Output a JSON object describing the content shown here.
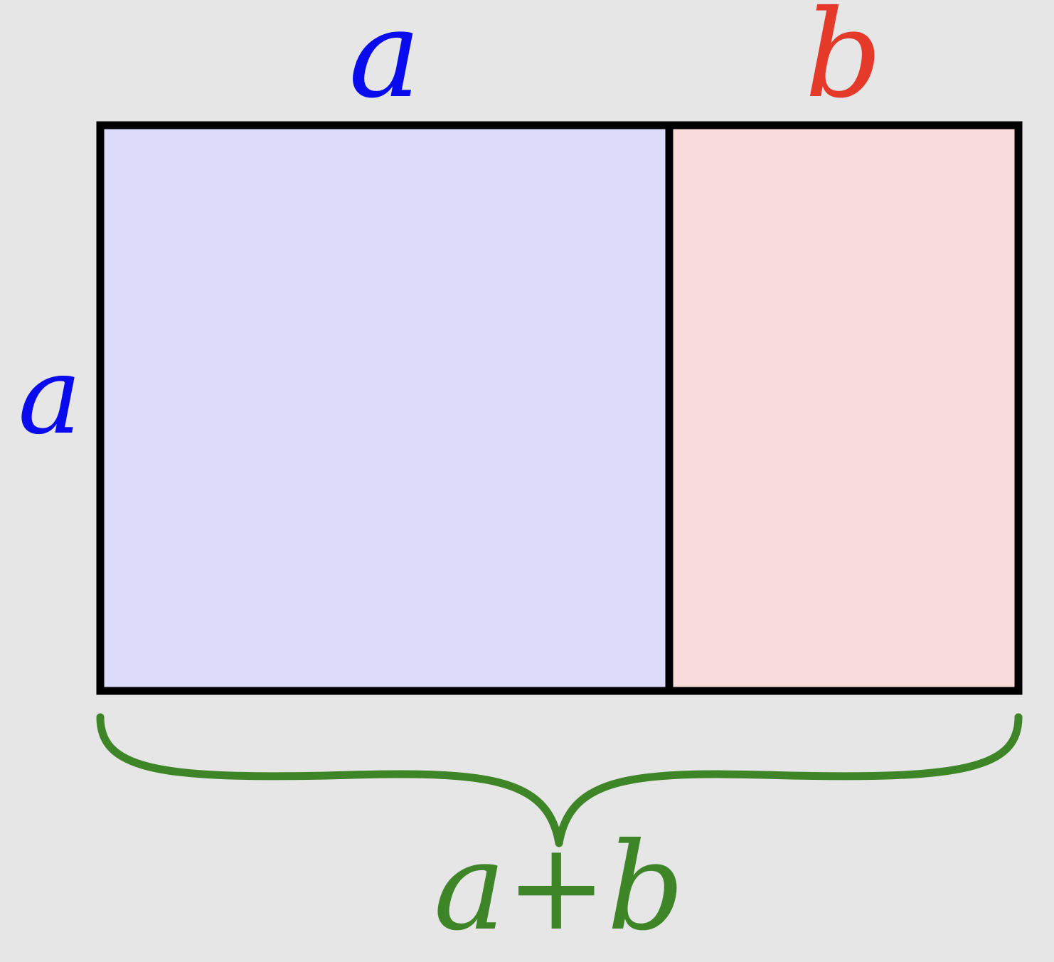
{
  "labels": {
    "top_a": "a",
    "top_b": "b",
    "side_a": "a",
    "sum": "a+b"
  },
  "colors": {
    "background": "#e6e6e6",
    "square_fill": "#dcdcfa",
    "rect_fill": "#fadcdc",
    "outline": "#000000",
    "label_a": "#0a0aef",
    "label_b": "#e5392a",
    "brace": "#3d8526"
  }
}
